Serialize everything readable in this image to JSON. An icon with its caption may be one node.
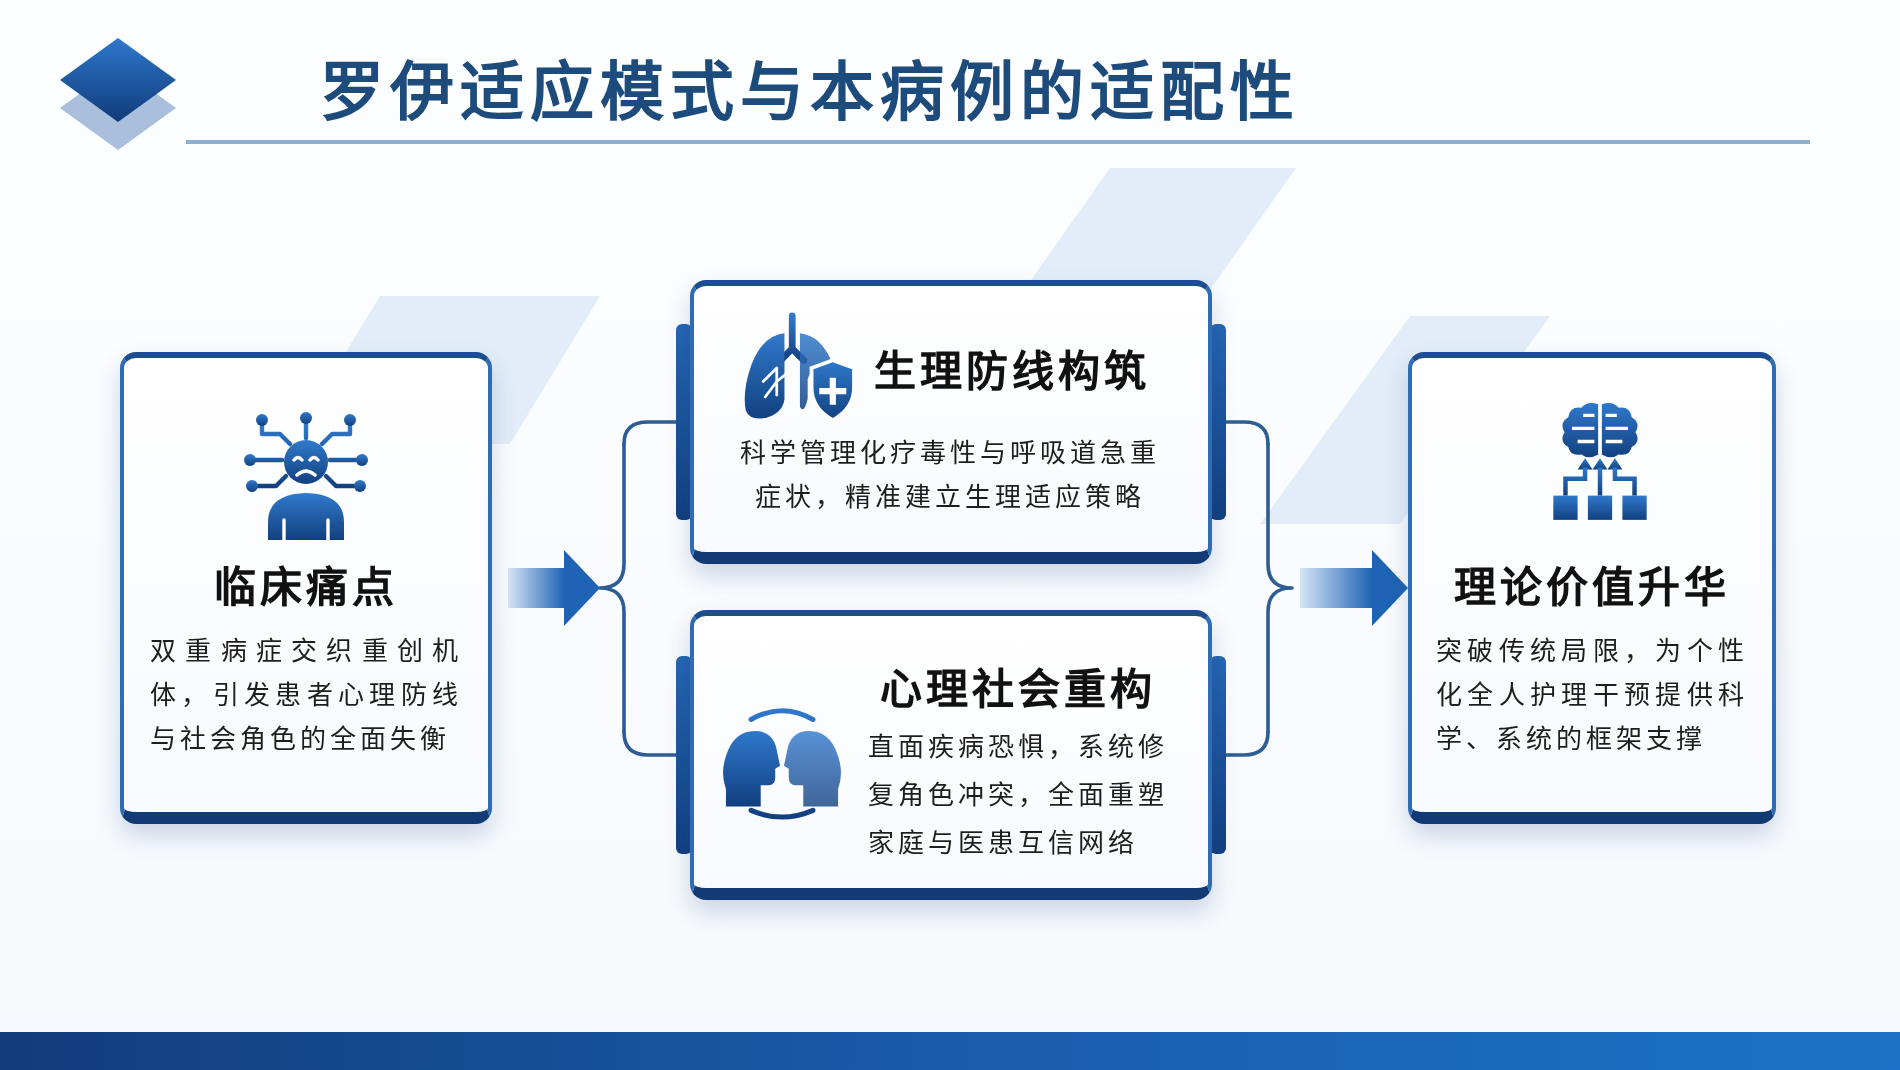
{
  "diagram": {
    "title": "罗伊适应模式与本病例的适配性",
    "nodes": [
      {
        "text": [
          "临床痛点",
          "双重病症交织重创机体，引发患者心理防线与社会角色的全面失衡"
        ]
      },
      {
        "text": [],
        "shape": "brace"
      },
      {
        "text": [
          "生理防线构筑",
          "科学管理化疗毒性与呼吸道急重症状，精准建立生理适应策略"
        ]
      },
      {
        "text": [
          "心理社会重构",
          "直面疾病恐惧，系统修复角色冲突，全面重塑家庭与医患互信网络"
        ]
      },
      {
        "text": [],
        "shape": "brace"
      },
      {
        "text": [
          "理论价值升华",
          "突破传统局限，为个性化全人护理干预提供科学、系统的框架支撑"
        ]
      }
    ],
    "edges": [
      {
        "from": 0,
        "to": 1,
        "arrow": "to"
      },
      {
        "from": 1,
        "to": 2,
        "arrow": "none"
      },
      {
        "from": 1,
        "to": 3,
        "arrow": "none"
      },
      {
        "from": 2,
        "to": 4,
        "arrow": "none"
      },
      {
        "from": 3,
        "to": 4,
        "arrow": "none"
      },
      {
        "from": 4,
        "to": 5,
        "arrow": "to"
      }
    ]
  }
}
